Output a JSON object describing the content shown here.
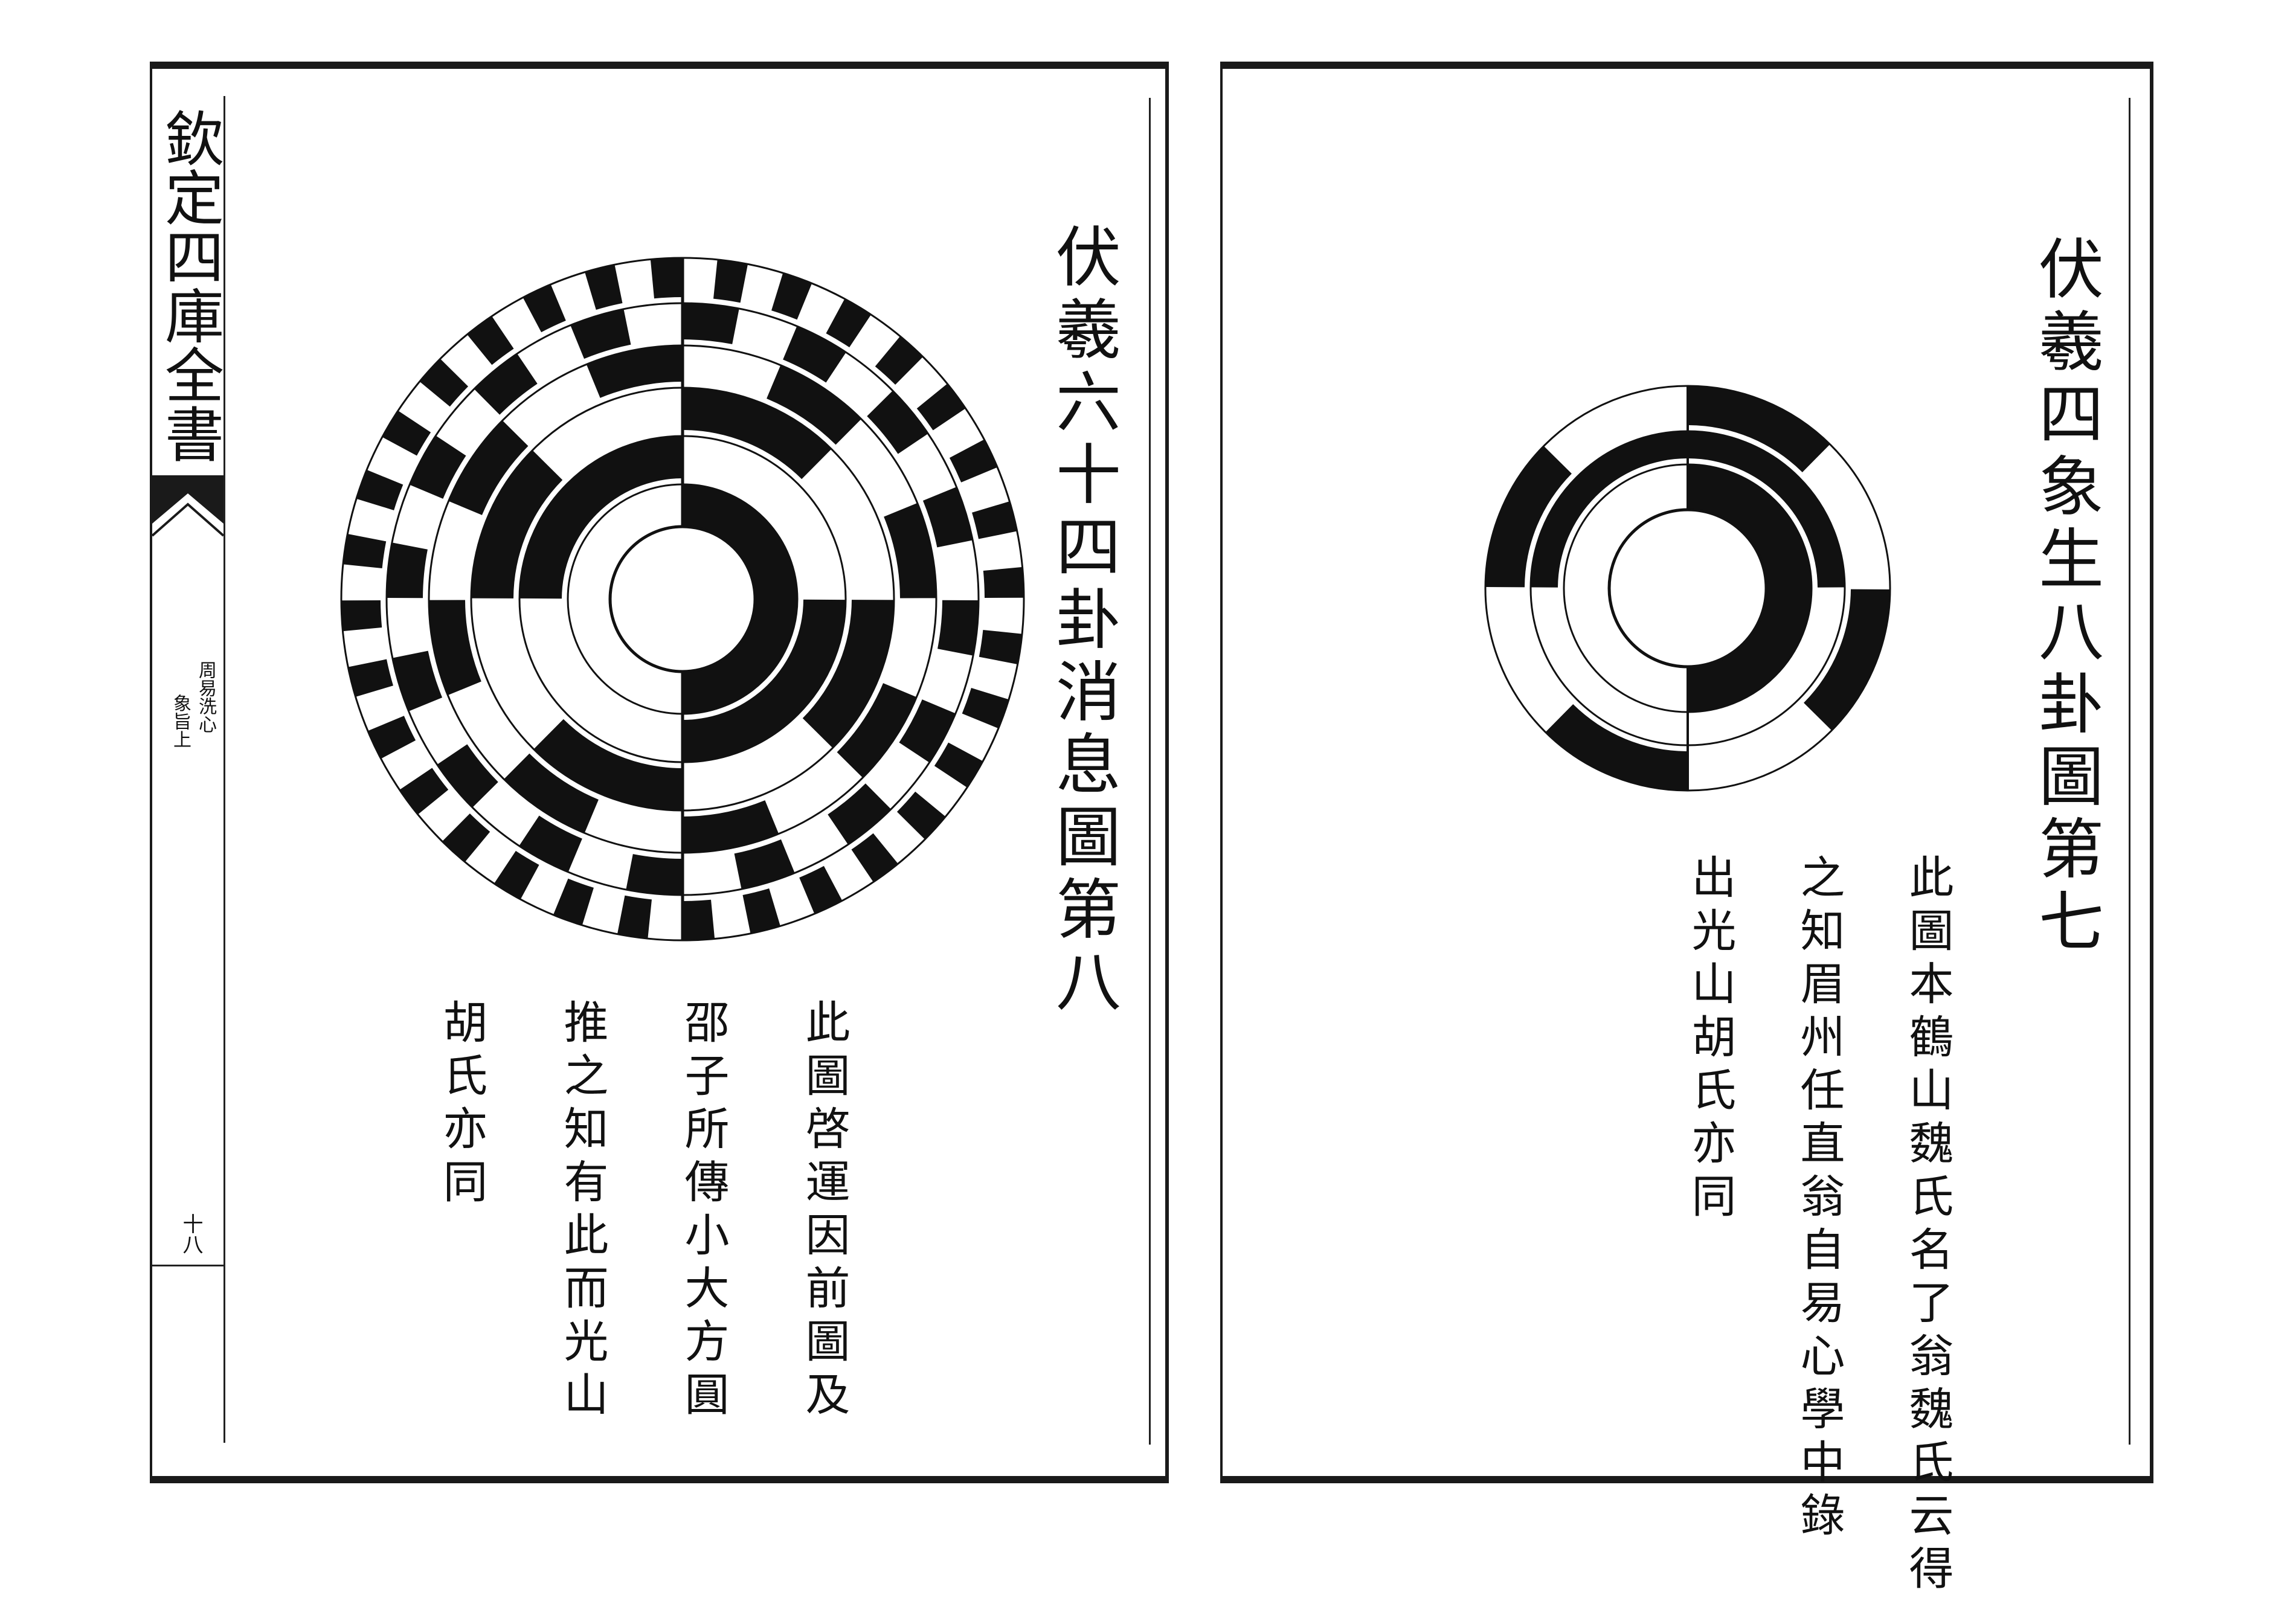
{
  "left_page": {
    "margin": {
      "book_title": "欽定四庫全書",
      "sub_title_1": "周易洗心",
      "sub_title_2": "象旨上",
      "page_number": "十八"
    },
    "diagram_title": "伏羲六十四卦消息圖第八",
    "note_columns": [
      "此圖啓運因前圖及",
      "邵子所傳小大方圓",
      "推之知有此而光山",
      "胡氏亦同"
    ]
  },
  "right_page": {
    "diagram_title": "伏羲四象生八卦圖第七",
    "note_columns": [
      "此圖本鶴山魏氏名了翁魏氏云得",
      "之知眉州任直翁自易心學中錄",
      "出光山胡氏亦同"
    ]
  },
  "colors": {
    "ink": "#111111",
    "paper": "#ffffff"
  }
}
